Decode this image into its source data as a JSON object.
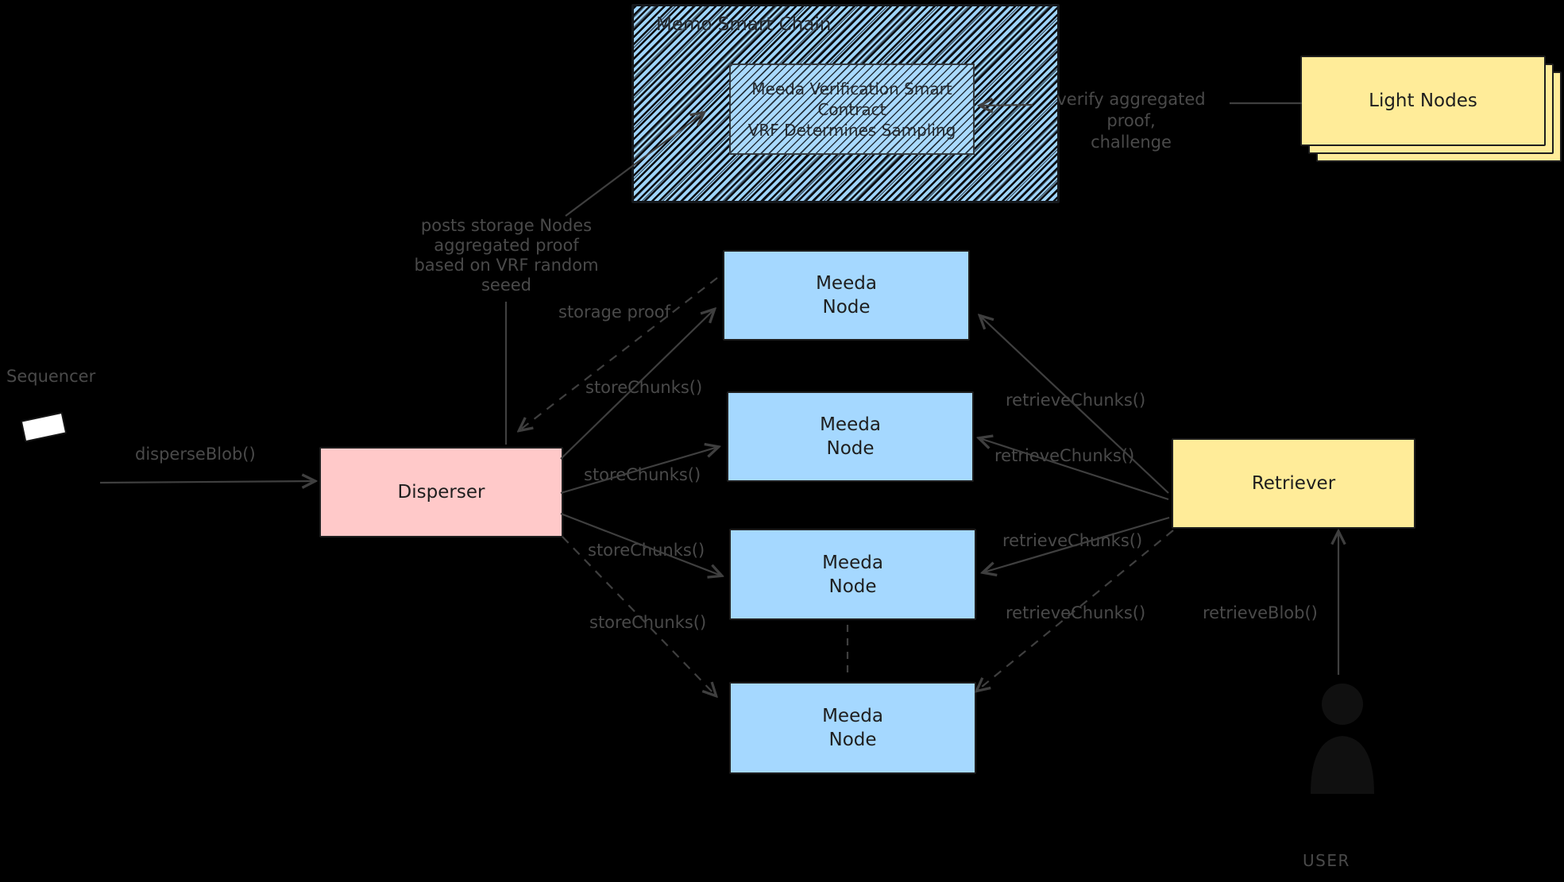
{
  "colors": {
    "background": "#000000",
    "node_blue": "#A5D8FF",
    "disperser_pink": "#FFC9C9",
    "retriever_yellow": "#FFEC99",
    "border_dark": "#1e1e1e",
    "arrow_gray": "#3f3f3f",
    "label_gray": "#4a4a4a"
  },
  "chain": {
    "label": "Memo Smart Chain",
    "contract": "Meeda Verification Smart\nContract\nVRF Determines Sampling"
  },
  "light_nodes": {
    "label": "Light Nodes"
  },
  "sequencer": {
    "label": "Sequencer"
  },
  "disperser": {
    "label": "Disperser"
  },
  "retriever": {
    "label": "Retriever"
  },
  "meeda_node": {
    "label": "Meeda\nNode"
  },
  "user": {
    "label": "USER"
  },
  "edges": {
    "disperse_blob": "disperseBlob()",
    "posts_proof": "posts storage Nodes\naggregated proof\nbased on VRF random\nseeed",
    "storage_proof": "storage proof",
    "store_chunks": "storeChunks()",
    "retrieve_chunks": "retrieveChunks()",
    "retrieve_blob": "retrieveBlob()",
    "verify": "verify aggregated proof,\nchallenge"
  }
}
